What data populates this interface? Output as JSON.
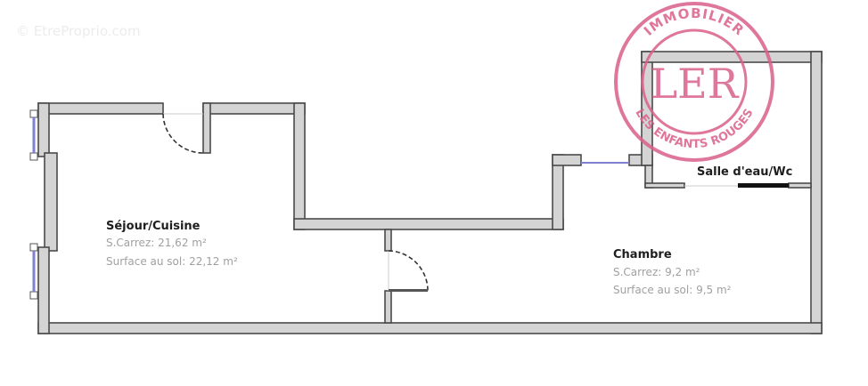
{
  "watermark": "© EtreProprio.com",
  "logo": {
    "top_text": "IMMOBILIER",
    "bottom_text": "LES ENFANTS ROUGES",
    "initials": "LER",
    "color": "#d9608a"
  },
  "rooms": [
    {
      "name": "Séjour/Cuisine",
      "carrez": "S.Carrez: 21,62 m²",
      "surface": "Surface au sol: 22,12 m²"
    },
    {
      "name": "Chambre",
      "carrez": "S.Carrez: 9,2 m²",
      "surface": "Surface au sol: 9,5 m²"
    },
    {
      "name": "Salle d'eau/Wc"
    }
  ],
  "colors": {
    "wall_fill": "#d4d4d4",
    "wall_stroke": "#4a4a4a",
    "window": "#8080d0"
  }
}
